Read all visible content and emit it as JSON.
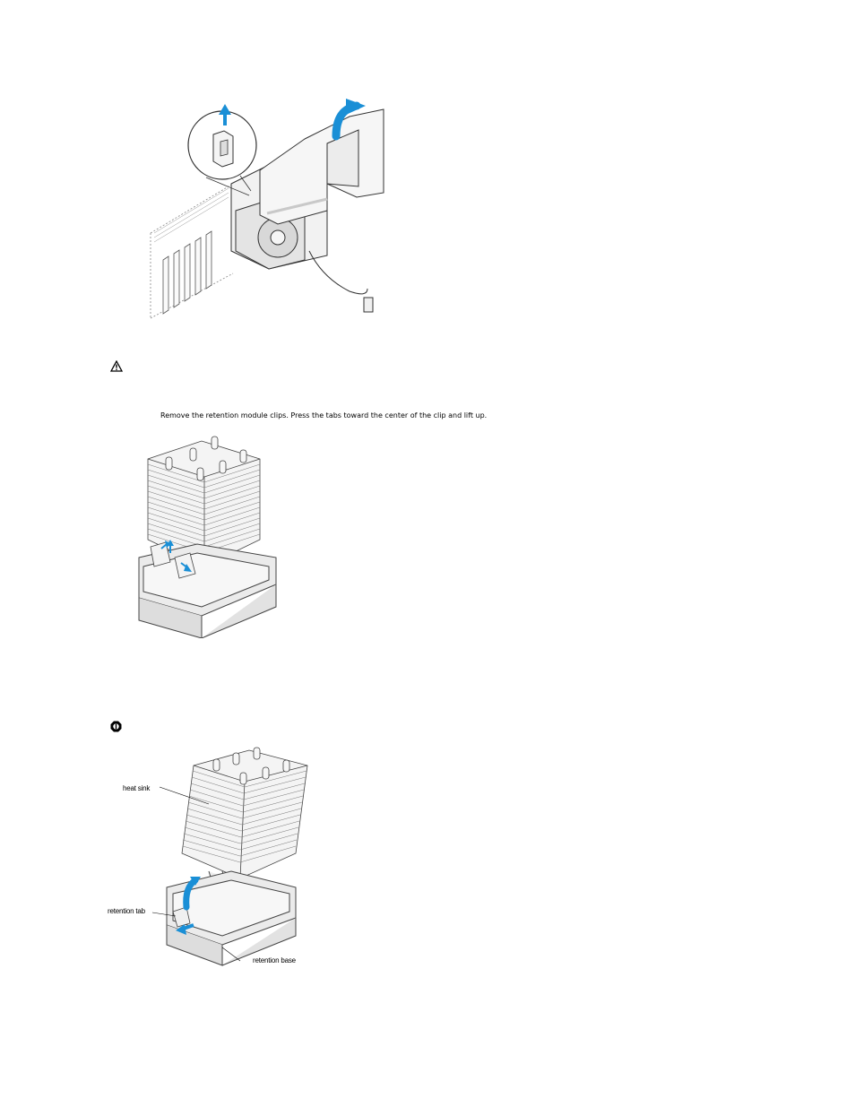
{
  "step_instruction": "Remove the retention module clips. Press the tabs toward the center of the clip and lift up.",
  "icons": {
    "caution": "caution-triangle-icon",
    "notice": "notice-octagon-icon"
  },
  "figure3": {
    "label_heat_sink": "heat sink",
    "label_retention_tab": "retention tab",
    "label_retention_base": "retention base"
  },
  "colors": {
    "arrow": "#1a8fd6",
    "line": "#333333",
    "fill_light": "#eeeeee"
  }
}
